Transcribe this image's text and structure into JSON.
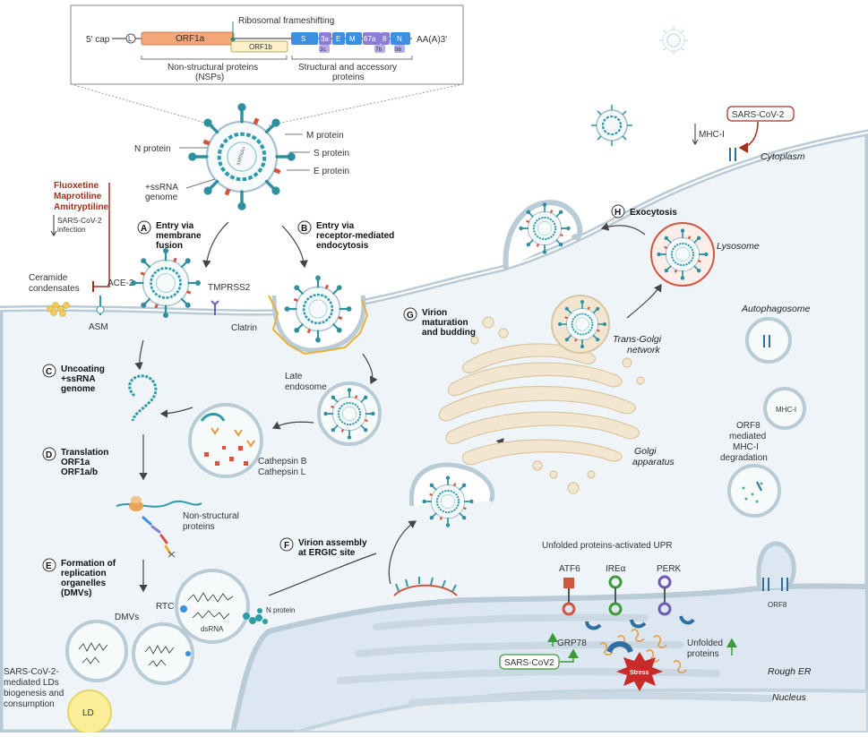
{
  "genome": {
    "five_cap": "5' cap",
    "leader": "L",
    "orf1a": "ORF1a",
    "orf1b": "ORF1b",
    "frameshift": "Ribosomal frameshifting",
    "s": "S",
    "g3a": "3a",
    "g3c": "3c",
    "e": "E",
    "m": "M",
    "g67a": "67a",
    "g8": "8",
    "g7b": "7b",
    "n": "N",
    "g9b": "9b",
    "polya": "AA(A)3'",
    "nsp_label_1": "Non-structural proteins",
    "nsp_label_2": "(NSPs)",
    "sap_label_1": "Structural and accessory",
    "sap_label_2": "proteins"
  },
  "virion": {
    "n_protein": "N protein",
    "m_protein": "M protein",
    "s_protein": "S protein",
    "e_protein": "E protein",
    "ssrna_1": "+ssRNA",
    "ssrna_2": "genome",
    "rna_inside": "ssRNA+"
  },
  "drugs": {
    "d1": "Fluoxetine",
    "d2": "Maprotiline",
    "d3": "Amitryptiline",
    "effect_1": "SARS-CoV-2",
    "effect_2": "infection"
  },
  "membrane": {
    "ceramide_1": "Ceramide",
    "ceramide_2": "condensates",
    "ace2": "ACE-2",
    "tmprss2": "TMPRSS2",
    "asm": "ASM",
    "clatrin": "Clatrin",
    "late_endosome_1": "Late",
    "late_endosome_2": "endosome",
    "cathepsin_b": "Cathepsin B",
    "cathepsin_l": "Cathepsin L",
    "nsp_1": "Non-structural",
    "nsp_2": "proteins",
    "rtc": "RTC",
    "dsrna": "dsRNA",
    "n_protein_small": "N protein",
    "dmvs": "DMVs",
    "lds_1": "SARS-CoV-2-",
    "lds_2": "mediated LDs",
    "lds_3": "biogenesis and",
    "lds_4": "consumption",
    "ld": "LD"
  },
  "steps": {
    "a_letter": "A",
    "a_1": "Entry via",
    "a_2": "membrane",
    "a_3": "fusion",
    "b_letter": "B",
    "b_1": "Entry via",
    "b_2": "receptor-mediated",
    "b_3": "endocytosis",
    "c_letter": "C",
    "c_1": "Uncoating",
    "c_2": "+ssRNA",
    "c_3": "genome",
    "d_letter": "D",
    "d_1": "Translation",
    "d_2": "ORF1a",
    "d_3": "ORF1a/b",
    "e_letter": "E",
    "e_1": "Formation of",
    "e_2": "replication",
    "e_3": "organelles",
    "e_4": "(DMVs)",
    "f_letter": "F",
    "f_1": "Virion assembly",
    "f_2": "at ERGIC site",
    "g_letter": "G",
    "g_1": "Virion",
    "g_2": "maturation",
    "g_3": "and budding",
    "h_letter": "H",
    "h_1": "Exocytosis"
  },
  "organelles": {
    "trans_golgi_1": "Trans-Golgi",
    "trans_golgi_2": "network",
    "golgi_1": "Golgi",
    "golgi_2": "apparatus",
    "lysosome": "Lysosome",
    "autophagosome": "Autophagosome",
    "mhc_inside": "MHC-I",
    "orf8_1": "ORF8",
    "orf8_2": "mediated",
    "orf8_3": "MHC-I",
    "orf8_4": "degradation",
    "orf8_small": "ORF8",
    "cytoplasm": "Cytoplasm",
    "rough_er": "Rough ER",
    "nucleus": "Nucleus"
  },
  "mhc": {
    "sars": "SARS-CoV-2",
    "mhc_label": "MHC-I"
  },
  "upr": {
    "title": "Unfolded proteins-activated UPR",
    "atf6": "ATF6",
    "ire": "IREα",
    "perk": "PERK",
    "grp78": "GRP78",
    "sars": "SARS-CoV2",
    "stress": "Stress",
    "unfolded_1": "Unfolded",
    "unfolded_2": "proteins"
  },
  "colors": {
    "cytoplasm": "#eef4f8",
    "membrane": "#b9cbd6",
    "er": "#dce7f1",
    "virus_teal": "#2e9ca8",
    "spike": "#2f8f9f",
    "drug_red": "#a2301f",
    "orf1a": "#f2a679",
    "orf1b": "#fbf0c8",
    "structural": "#3c8fe0",
    "accessory": "#8c7ed6",
    "lipid": "#f3cc58"
  }
}
